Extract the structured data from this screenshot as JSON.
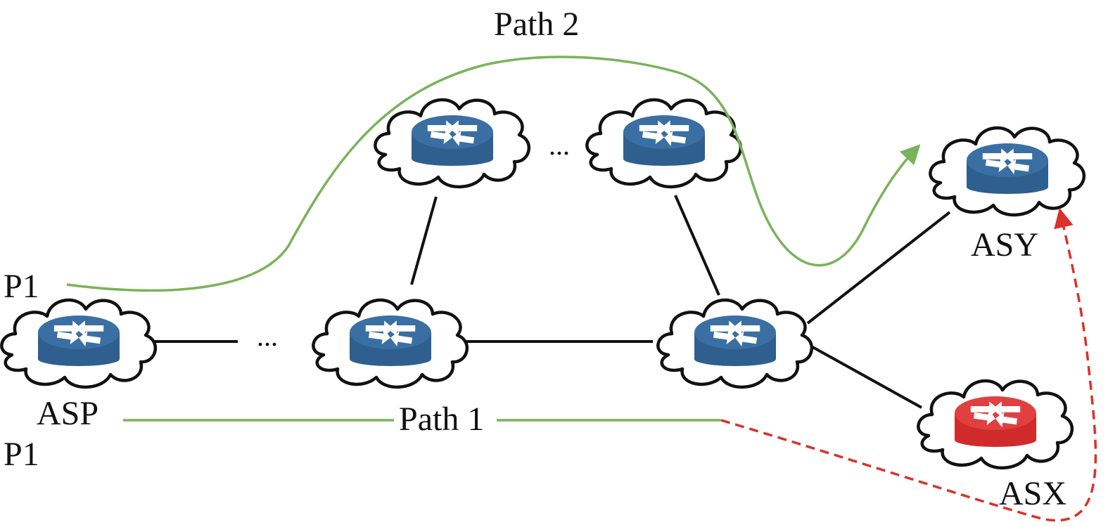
{
  "labels": {
    "path2": "Path 2",
    "path1": "Path 1",
    "p1_top": "P1",
    "p1_bottom": "P1",
    "asp": "ASP",
    "asy": "ASY",
    "asx": "ASX",
    "ellipsis": "..."
  },
  "nodes": [
    {
      "id": "asp",
      "name": "ASP",
      "icon": "router-icon",
      "color": "#2f5f8f"
    },
    {
      "id": "mid-1",
      "name": "",
      "icon": "router-icon",
      "color": "#2f5f8f"
    },
    {
      "id": "mid-2",
      "name": "",
      "icon": "router-icon",
      "color": "#2f5f8f"
    },
    {
      "id": "top-1",
      "name": "",
      "icon": "router-icon",
      "color": "#2f5f8f"
    },
    {
      "id": "top-2",
      "name": "",
      "icon": "router-icon",
      "color": "#2f5f8f"
    },
    {
      "id": "asy",
      "name": "ASY",
      "icon": "router-icon",
      "color": "#2f5f8f"
    },
    {
      "id": "asx",
      "name": "ASX",
      "icon": "router-icon",
      "color": "#d12a2a"
    }
  ],
  "edges": [
    {
      "from": "asp",
      "to": "mid-1",
      "style": "elided"
    },
    {
      "from": "mid-1",
      "to": "mid-2",
      "style": "solid"
    },
    {
      "from": "mid-1",
      "to": "top-1",
      "style": "solid"
    },
    {
      "from": "top-1",
      "to": "top-2",
      "style": "elided"
    },
    {
      "from": "top-2",
      "to": "mid-2",
      "style": "solid"
    },
    {
      "from": "mid-2",
      "to": "asy",
      "style": "solid"
    },
    {
      "from": "mid-2",
      "to": "asx",
      "style": "solid"
    }
  ],
  "colors": {
    "router_normal": "#2f5f8f",
    "router_malicious": "#d12a2a",
    "legit_path": "#7ab35a",
    "hijack_path": "#d9322c"
  }
}
